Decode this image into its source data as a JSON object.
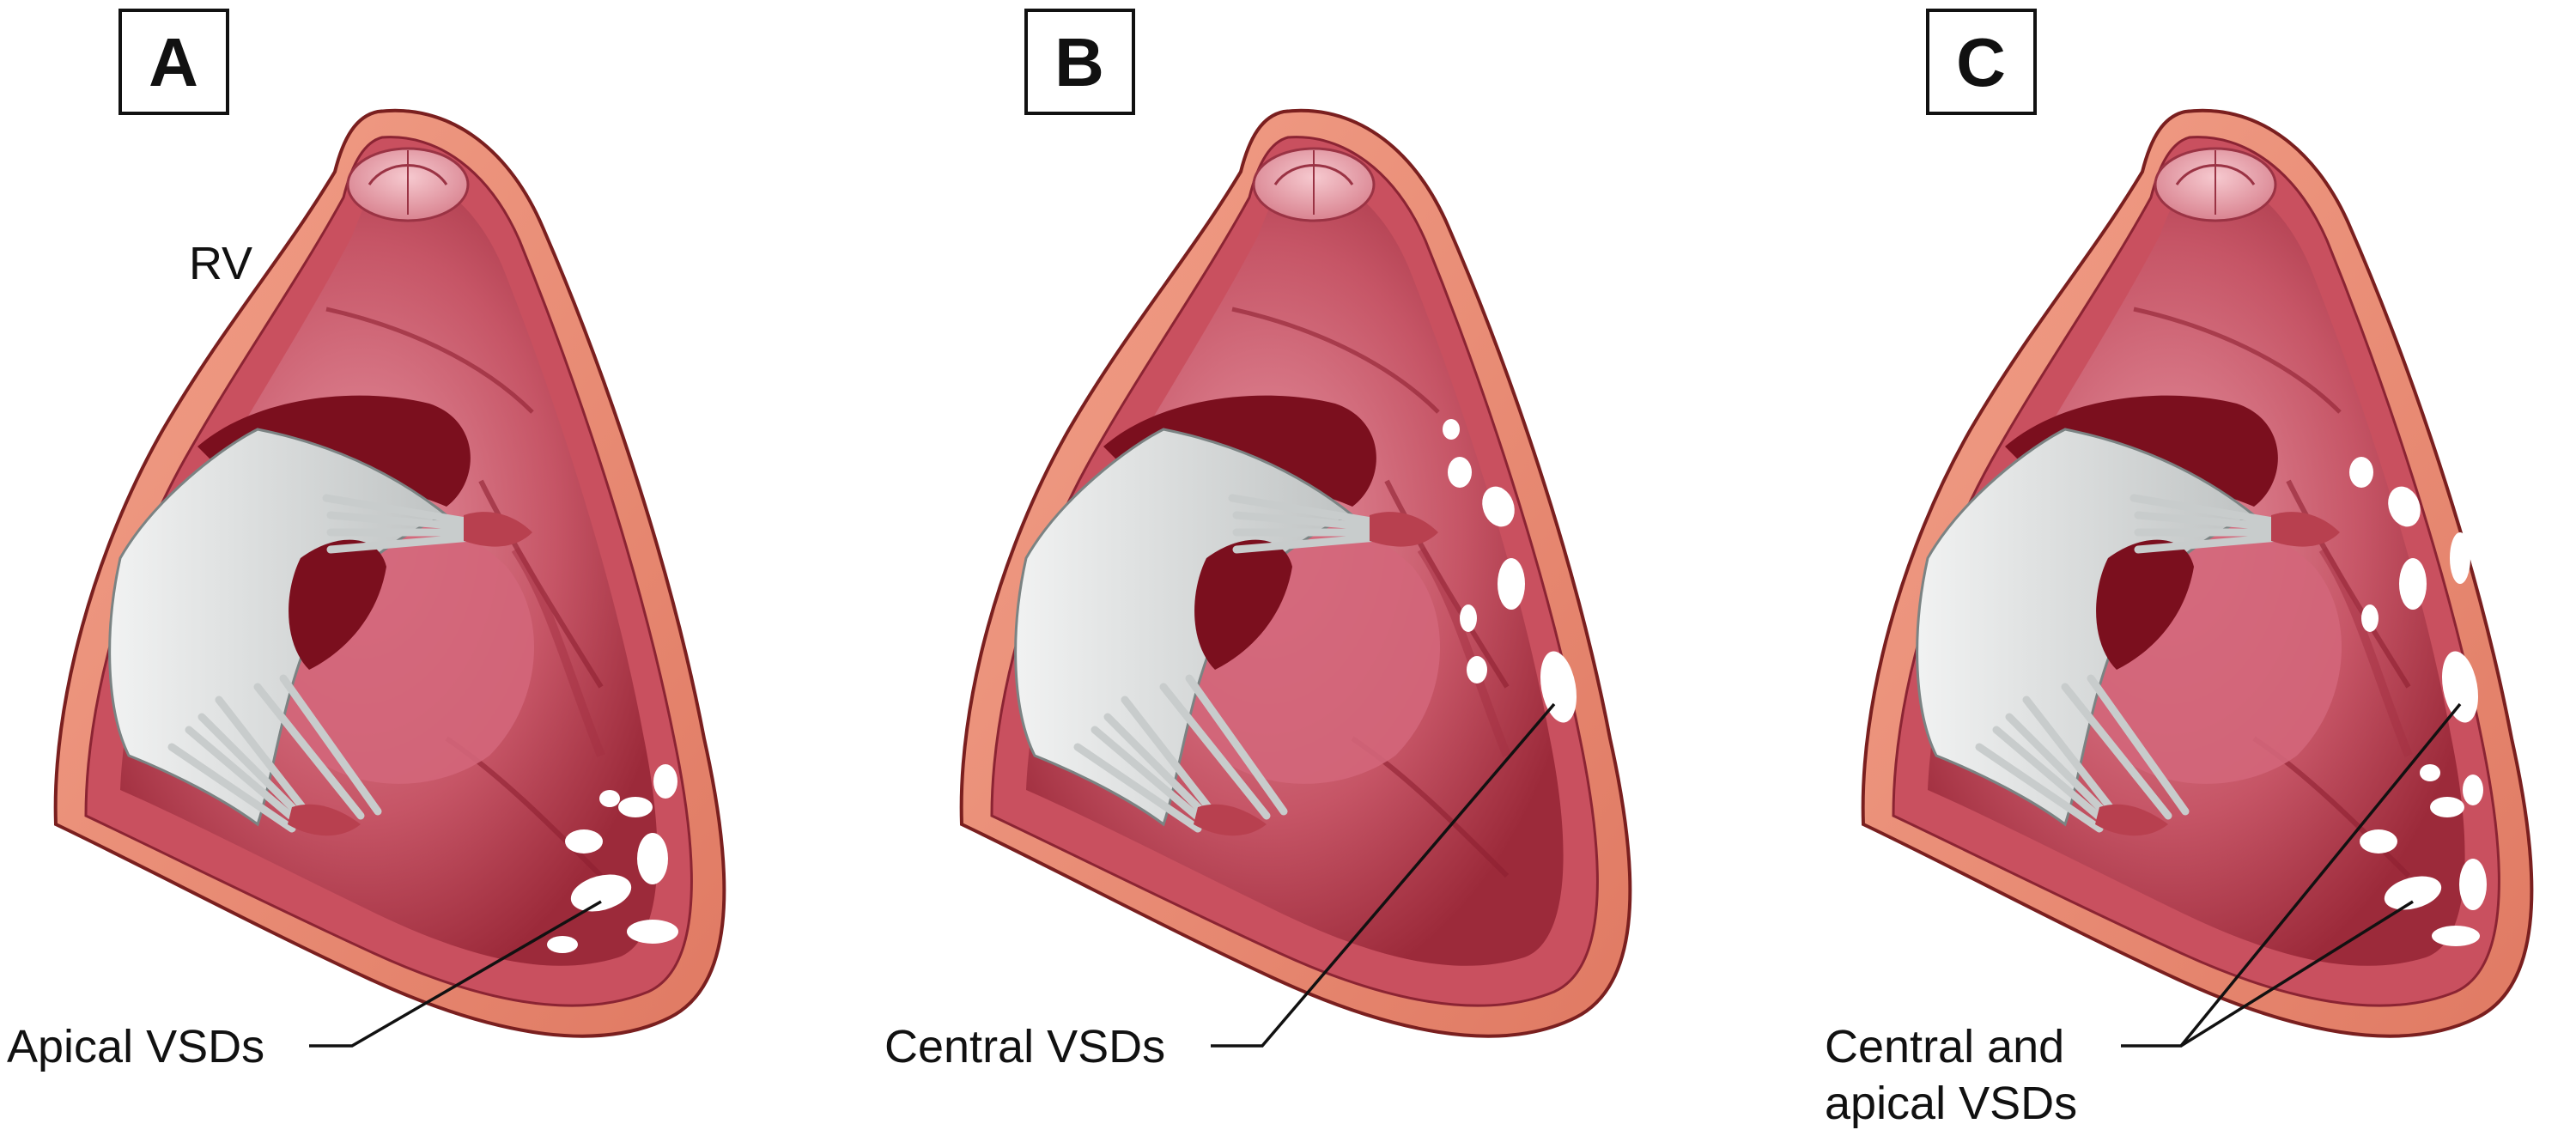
{
  "panels": [
    {
      "label": "A",
      "chamber_label": "RV",
      "caption": "Apical VSDs"
    },
    {
      "label": "B",
      "caption": "Central VSDs"
    },
    {
      "label": "C",
      "caption_line1": "Central and",
      "caption_line2": "apical VSDs"
    }
  ],
  "colors": {
    "outer_wall": "#e8856d",
    "wall_edge": "#7a1f1f",
    "myocardium": "#b53f4e",
    "chamber_light": "#d87787",
    "chamber_dark": "#7b0f1e",
    "septum_pink": "#d3667a",
    "valve_tissue": "#d9dbdb",
    "defect": "#ffffff"
  }
}
